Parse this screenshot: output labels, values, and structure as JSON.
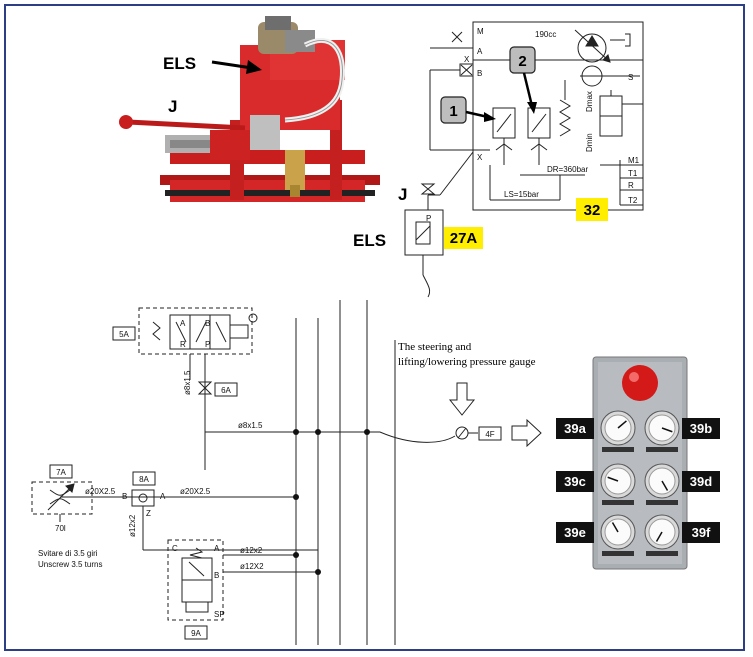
{
  "photo_machine": {
    "label_els": "ELS",
    "label_j": "J"
  },
  "hydraulic_top": {
    "valve_1": "1",
    "valve_2": "2",
    "cc": "190cc",
    "port_m": "M",
    "port_a": "A",
    "port_b": "B",
    "port_x": "X",
    "port_x2": "X",
    "port_s": "S",
    "dmax": "Dmax",
    "dmin": "Dmin",
    "dr": "DR=360bar",
    "ls": "LS=15bar",
    "m1": "M1",
    "t1": "T1",
    "r": "R",
    "t2": "T2",
    "badge_32": "32",
    "badge_27a": "27A",
    "label_j": "J",
    "label_els": "ELS",
    "port_p": "P",
    "colors": {
      "badge": "#ffee00"
    }
  },
  "schematic": {
    "box_5a": "5A",
    "box_6a": "6A",
    "box_7a": "7A",
    "box_8a": "8A",
    "box_9a": "9A",
    "box_4f": "4F",
    "pipe_8x15_a": "ø8x1.5",
    "pipe_8x15_b": "ø8x1.5",
    "pipe_20x25_a": "ø20X2.5",
    "pipe_20x25_b": "ø20X2.5",
    "pipe_12x2_a": "ø12x2",
    "pipe_12x2_b": "ø12x2",
    "pipe_12x2_c": "ø12X2",
    "port_7_sev": "70l",
    "port_b": "B",
    "port_a": "A",
    "port_z": "Z",
    "port_c": "C",
    "port_a2": "A",
    "port_b2": "B",
    "port_sp": "SP",
    "port_a5": "A",
    "port_b5": "B",
    "port_r5": "R",
    "port_p5": "P",
    "note_line1": "Svitare di 3.5 giri",
    "note_line2": "Unscrew 3.5 turns",
    "gauge_caption_line1": "The steering and",
    "gauge_caption_line2": "lifting/lowering pressure gauge"
  },
  "gauge_panel": {
    "labels": [
      "39a",
      "39b",
      "39c",
      "39d",
      "39e",
      "39f"
    ]
  }
}
